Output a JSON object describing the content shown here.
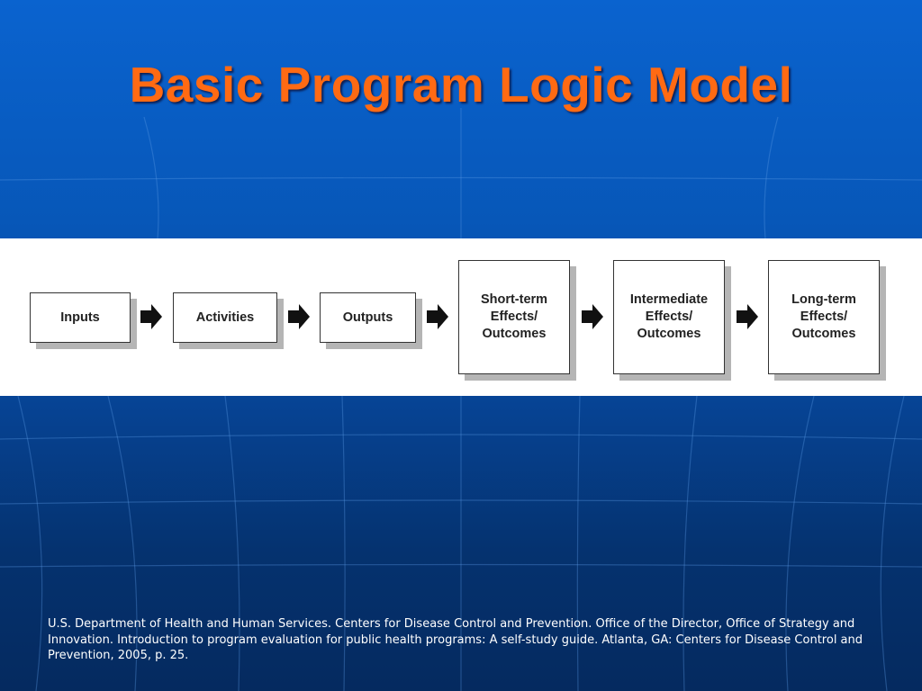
{
  "slide": {
    "title": "Basic Program Logic Model",
    "colors": {
      "background": "#0757b8",
      "title": "#ff6a13",
      "box_shadow": "#b5b5b5"
    }
  },
  "diagram": {
    "nodes": [
      {
        "label": "Inputs"
      },
      {
        "label": "Activities"
      },
      {
        "label": "Outputs"
      },
      {
        "label": "Short-term\nEffects/\nOutcomes"
      },
      {
        "label": "Intermediate\nEffects/\nOutcomes"
      },
      {
        "label": "Long-term\nEffects/\nOutcomes"
      }
    ],
    "connector_icon": "right-arrow-icon"
  },
  "citation": "U.S. Department of Health and Human Services. Centers for Disease Control and Prevention. Office of the Director, Office of Strategy and Innovation. Introduction to program evaluation for public health programs: A self-study guide. Atlanta, GA: Centers for Disease Control and Prevention, 2005, p. 25."
}
